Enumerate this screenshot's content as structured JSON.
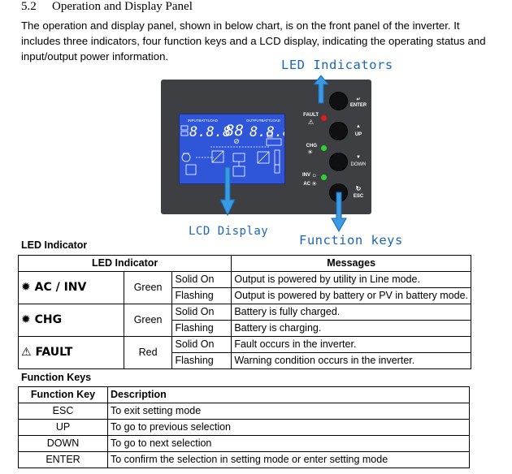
{
  "section": {
    "number": "5.2",
    "title": "Operation and Display Panel"
  },
  "intro": "The operation and display panel, shown in below chart, is on the front panel of the inverter. It includes three indicators, four function keys and a LCD display, indicating the operating status and input/output power information.",
  "callouts": {
    "led": "LED Indicators",
    "lcd": "LCD Display",
    "keys": "Function keys"
  },
  "panel": {
    "led_labels": {
      "fault": "FAULT",
      "chg": "CHG",
      "inv": "INV",
      "ac": "AC"
    },
    "key_labels": {
      "enter": "ENTER",
      "up": "UP",
      "down": "DOWN",
      "esc": "ESC"
    },
    "lcd_text": {
      "input_header": "INPUTBATTLOAD",
      "output_header": "OUTPUTBATTLOAD",
      "digits_left": "8.8.8",
      "digits_mid": "88",
      "digits_right": "8.8.8"
    },
    "colors": {
      "panel": "#3e3f42",
      "lcd": "#2f56d9",
      "fault_led": "#e21b1b",
      "green_led": "#2fd12f",
      "callout": "#1a66b8"
    }
  },
  "led_section_title": "LED Indicator",
  "led_table": {
    "headers": [
      "LED Indicator",
      "Messages"
    ],
    "rows": [
      {
        "indicator": "AC / INV",
        "color": "Green",
        "states": [
          {
            "state": "Solid On",
            "message": "Output is powered by utility in Line mode."
          },
          {
            "state": "Flashing",
            "message": "Output is powered by battery or PV in battery mode."
          }
        ]
      },
      {
        "indicator": "CHG",
        "color": "Green",
        "states": [
          {
            "state": "Solid On",
            "message": "Battery is fully charged."
          },
          {
            "state": "Flashing",
            "message": "Battery is charging."
          }
        ]
      },
      {
        "indicator": "FAULT",
        "color": "Red",
        "states": [
          {
            "state": "Solid On",
            "message": "Fault occurs in the inverter."
          },
          {
            "state": "Flashing",
            "message": "Warning condition occurs in the inverter."
          }
        ]
      }
    ]
  },
  "keys_section_title": "Function Keys",
  "keys_table": {
    "headers": [
      "Function Key",
      "Description"
    ],
    "rows": [
      {
        "key": "ESC",
        "description": "To exit setting mode"
      },
      {
        "key": "UP",
        "description": "To go to previous selection"
      },
      {
        "key": "DOWN",
        "description": "To go to next selection"
      },
      {
        "key": "ENTER",
        "description": "To confirm the selection in setting mode or enter setting mode"
      }
    ]
  }
}
